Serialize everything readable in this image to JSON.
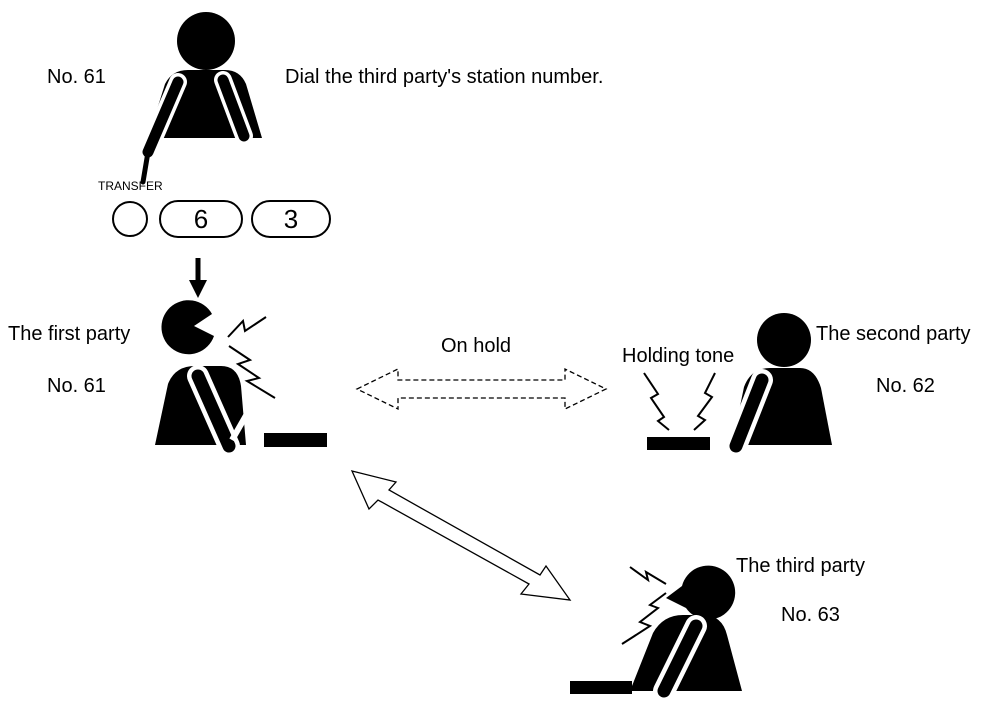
{
  "labels": {
    "top_station": "No. 61",
    "instruction": "Dial the third party's station number.",
    "transfer_key": "TRANSFER",
    "digit_1": "6",
    "digit_2": "3",
    "first_party": "The first party",
    "first_station": "No. 61",
    "on_hold": "On hold",
    "holding_tone": "Holding tone",
    "second_party": "The second party",
    "second_station": "No. 62",
    "third_party": "The third party",
    "third_station": "No. 63"
  }
}
